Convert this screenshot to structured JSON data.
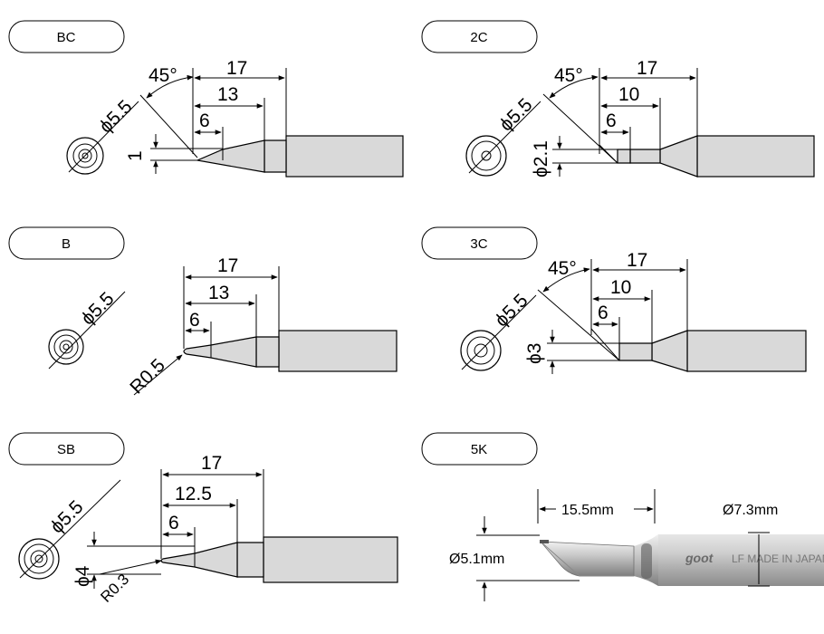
{
  "panels": [
    {
      "id": "BC",
      "label": "BC",
      "dia": "ϕ5.5",
      "angle": "45°",
      "len_total": "17",
      "len_mid": "13",
      "len_tip": "6",
      "tip_dim": "1"
    },
    {
      "id": "2C",
      "label": "2C",
      "dia": "ϕ5.5",
      "angle": "45°",
      "len_total": "17",
      "len_mid": "10",
      "len_tip": "6",
      "tip_dim": "ϕ2.1"
    },
    {
      "id": "B",
      "label": "B",
      "dia": "ϕ5.5",
      "len_total": "17",
      "len_mid": "13",
      "len_tip": "6",
      "tip_dim": "R0.5"
    },
    {
      "id": "3C",
      "label": "3C",
      "dia": "ϕ5.5",
      "angle": "45°",
      "len_total": "17",
      "len_mid": "10",
      "len_tip": "6",
      "tip_dim": "ϕ3"
    },
    {
      "id": "SB",
      "label": "SB",
      "dia": "ϕ5.5",
      "len_total": "17",
      "len_mid": "12.5",
      "len_tip": "6",
      "tip_dim": "ϕ4",
      "radius": "R0.3"
    },
    {
      "id": "5K",
      "label": "5K",
      "len": "15.5mm",
      "shaft_dia": "Ø7.3mm",
      "tip_dia": "Ø5.1mm",
      "brand": "goot",
      "shaft_text": "LF  MADE IN JAPAN"
    }
  ],
  "colors": {
    "tip_fill": "#d9d9d9",
    "line": "#000000",
    "photo_metal": "#bfbfbf"
  }
}
